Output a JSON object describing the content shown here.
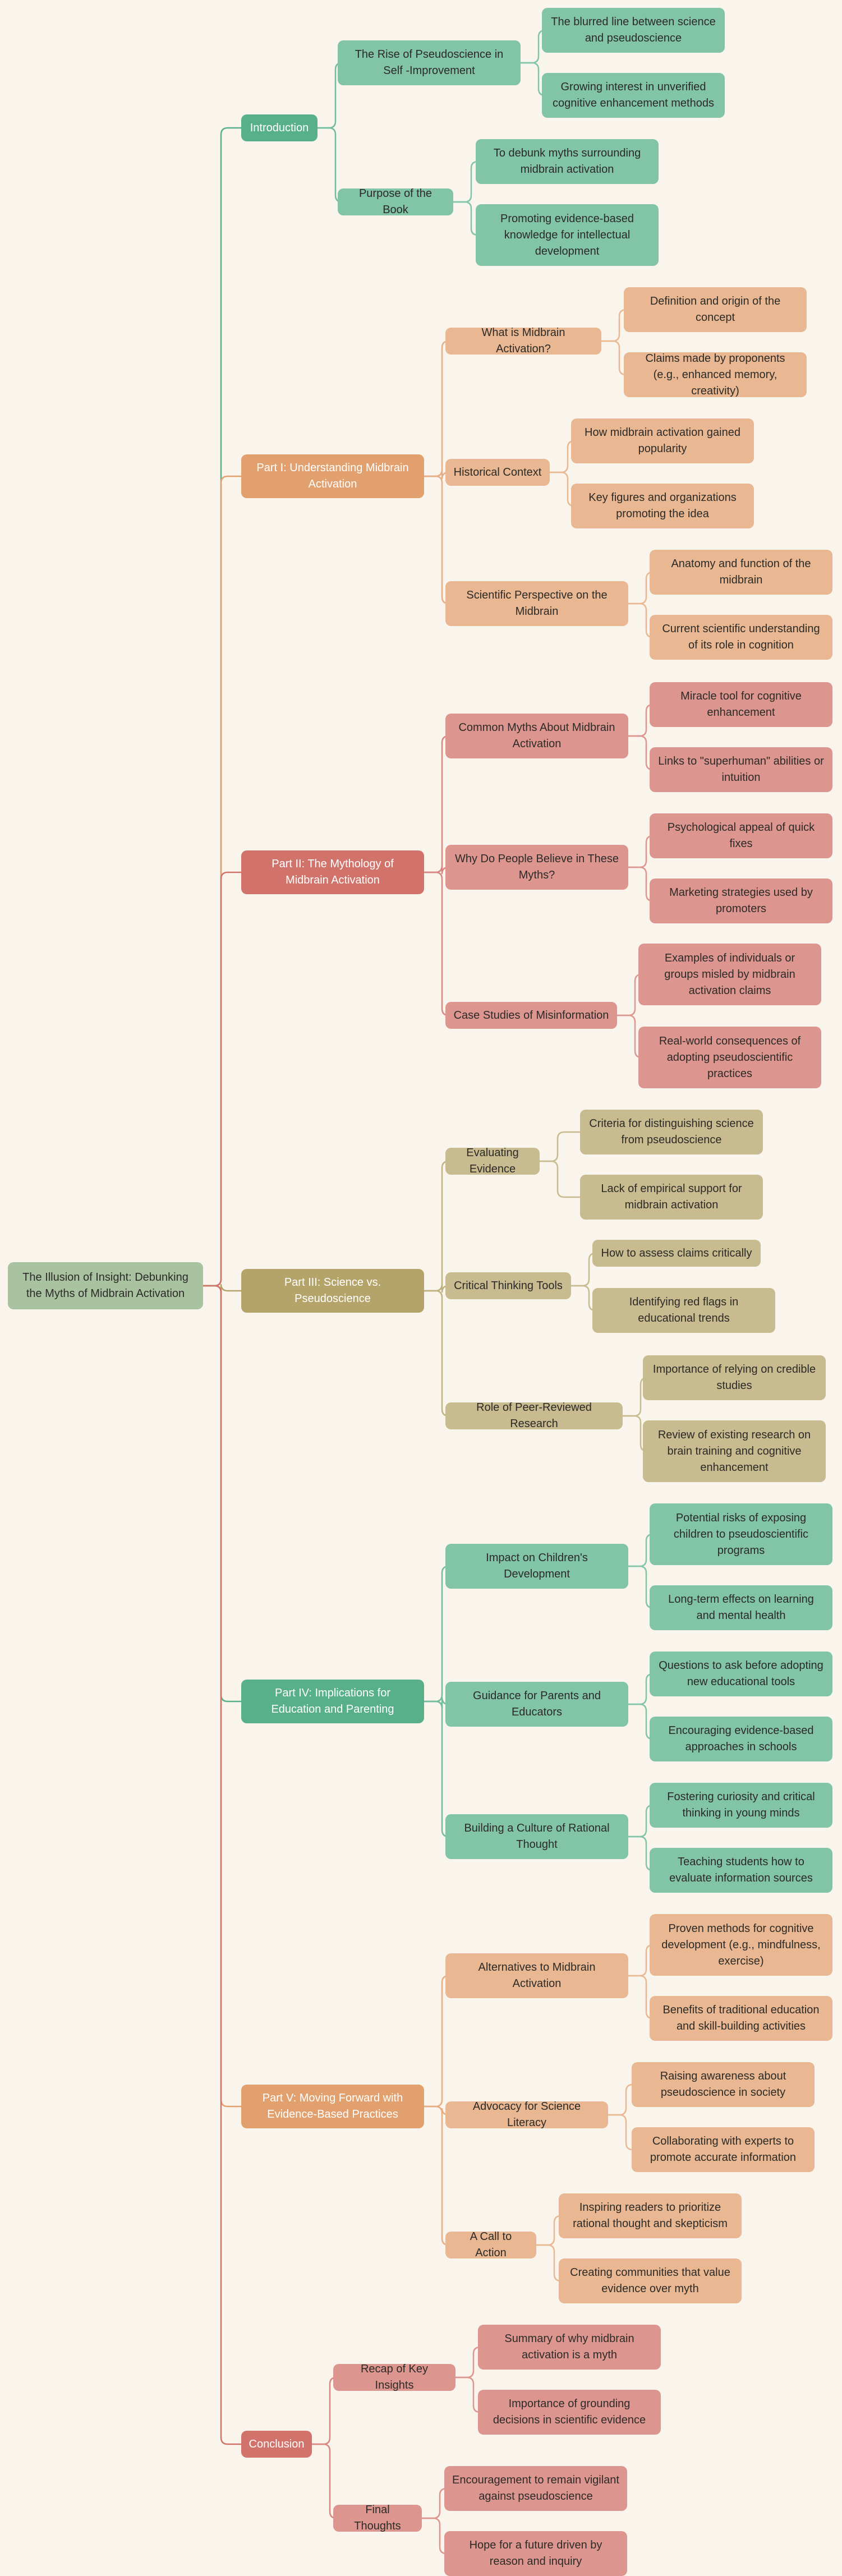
{
  "mindmap": {
    "root": "The Illusion of Insight: Debunking the Myths of Midbrain Activation",
    "sections": [
      {
        "label": "Introduction",
        "color": "#57b08a",
        "subs": [
          {
            "label": "The Rise of Pseudoscience in Self -Improvement",
            "leaves": [
              "The blurred line between science and pseudoscience",
              "Growing interest in unverified cognitive enhancement methods"
            ]
          },
          {
            "label": "Purpose of the Book",
            "leaves": [
              "To debunk myths surrounding midbrain activation",
              "Promoting evidence-based knowledge for intellectual development"
            ]
          }
        ]
      },
      {
        "label": "Part I: Understanding Midbrain Activation",
        "color": "#e2a06e",
        "subs": [
          {
            "label": "What is Midbrain Activation?",
            "leaves": [
              "Definition and origin of the concept",
              "Claims made by proponents (e.g., enhanced memory, creativity)"
            ]
          },
          {
            "label": "Historical Context",
            "leaves": [
              "How midbrain activation gained popularity",
              "Key figures and organizations promoting the idea"
            ]
          },
          {
            "label": "Scientific Perspective on the Midbrain",
            "leaves": [
              "Anatomy and function of the midbrain",
              "Current scientific understanding of its role in cognition"
            ]
          }
        ]
      },
      {
        "label": "Part II: The Mythology of Midbrain Activation",
        "color": "#d1736a",
        "subs": [
          {
            "label": "Common Myths About Midbrain Activation",
            "leaves": [
              "Miracle tool for cognitive enhancement",
              "Links to \"superhuman\" abilities or intuition"
            ]
          },
          {
            "label": "Why Do People Believe in These Myths?",
            "leaves": [
              "Psychological appeal of quick fixes",
              "Marketing strategies used by promoters"
            ]
          },
          {
            "label": "Case Studies of Misinformation",
            "leaves": [
              "Examples of individuals or groups misled by midbrain activation claims",
              "Real-world consequences of adopting pseudoscientific practices"
            ]
          }
        ]
      },
      {
        "label": "Part III: Science vs. Pseudoscience",
        "color": "#b5a46a",
        "subs": [
          {
            "label": "Evaluating Evidence",
            "leaves": [
              "Criteria for distinguishing science from pseudoscience",
              "Lack of empirical support for midbrain activation"
            ]
          },
          {
            "label": "Critical Thinking Tools",
            "leaves": [
              "How to assess claims critically",
              "Identifying red flags in educational trends"
            ]
          },
          {
            "label": "Role of Peer-Reviewed Research",
            "leaves": [
              "Importance of relying on credible studies",
              "Review of existing research on brain training and cognitive enhancement"
            ]
          }
        ]
      },
      {
        "label": "Part IV: Implications for Education and Parenting",
        "color": "#57b08a",
        "subs": [
          {
            "label": "Impact on Children's Development",
            "leaves": [
              "Potential risks of exposing children to pseudoscientific programs",
              "Long-term effects on learning and mental health"
            ]
          },
          {
            "label": "Guidance for Parents and Educators",
            "leaves": [
              "Questions to ask before adopting new educational tools",
              "Encouraging evidence-based approaches in schools"
            ]
          },
          {
            "label": "Building a Culture of Rational Thought",
            "leaves": [
              "Fostering curiosity and critical thinking in young minds",
              "Teaching students how to evaluate information sources"
            ]
          }
        ]
      },
      {
        "label": "Part V: Moving Forward with Evidence-Based Practices",
        "color": "#e2a06e",
        "subs": [
          {
            "label": "Alternatives to Midbrain Activation",
            "leaves": [
              "Proven methods for cognitive development (e.g., mindfulness, exercise)",
              "Benefits of traditional education and skill-building activities"
            ]
          },
          {
            "label": "Advocacy for Science Literacy",
            "leaves": [
              "Raising awareness about pseudoscience in society",
              "Collaborating with experts to promote accurate information"
            ]
          },
          {
            "label": "A Call to Action",
            "leaves": [
              "Inspiring readers to prioritize rational thought and skepticism",
              "Creating communities that value evidence over myth"
            ]
          }
        ]
      },
      {
        "label": "Conclusion",
        "color": "#d1736a",
        "subs": [
          {
            "label": "Recap of Key Insights",
            "leaves": [
              "Summary of why midbrain activation is a myth",
              "Importance of grounding decisions in scientific evidence"
            ]
          },
          {
            "label": "Final Thoughts",
            "leaves": [
              "Encouragement to remain vigilant against pseudoscience",
              "Hope for a future driven by reason and inquiry"
            ]
          }
        ]
      }
    ]
  }
}
